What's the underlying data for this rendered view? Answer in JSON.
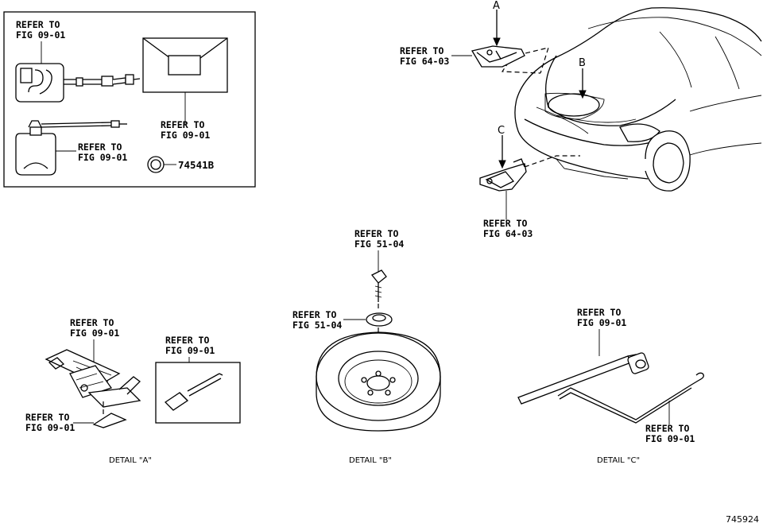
{
  "figure_number": "745924",
  "kit_box": {
    "ref_repair_kit": [
      "REFER TO",
      "FIG 09-01"
    ],
    "ref_manual": [
      "REFER TO",
      "FIG 09-01"
    ],
    "ref_bottle": [
      "REFER TO",
      "FIG 09-01"
    ],
    "plug_part": "74541B"
  },
  "vehicle": {
    "callout_a": "A",
    "callout_b": "B",
    "callout_c": "C",
    "ref_top": [
      "REFER TO",
      "FIG 64-03"
    ],
    "ref_bottom": [
      "REFER TO",
      "FIG 64-03"
    ]
  },
  "detail_a": {
    "ref_jack": [
      "REFER TO",
      "FIG 09-01"
    ],
    "ref_handle": [
      "REFER TO",
      "FIG 09-01"
    ],
    "ref_base": [
      "REFER TO",
      "FIG 09-01"
    ],
    "caption": "DETAIL \"A\""
  },
  "detail_b": {
    "ref_bolt": [
      "REFER TO",
      "FIG 51-04"
    ],
    "ref_washer": [
      "REFER TO",
      "FIG 51-04"
    ],
    "caption": "DETAIL \"B\""
  },
  "detail_c": {
    "ref_wrench": [
      "REFER TO",
      "FIG 09-01"
    ],
    "ref_hook": [
      "REFER TO",
      "FIG 09-01"
    ],
    "caption": "DETAIL \"C\""
  }
}
